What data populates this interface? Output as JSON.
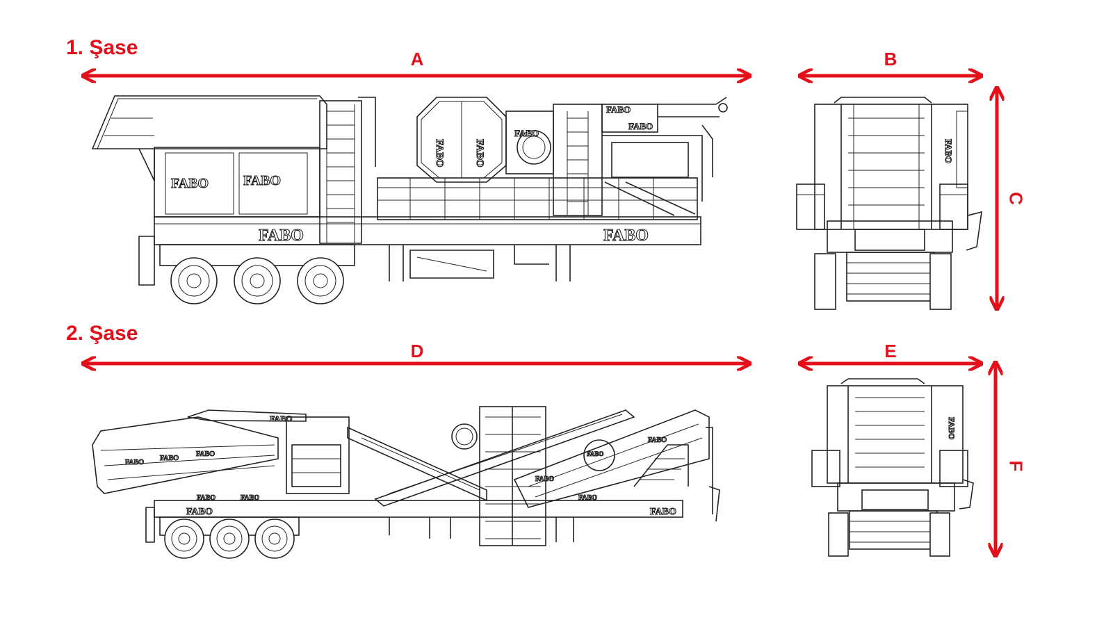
{
  "sections": [
    {
      "title": "1. Şase",
      "dims": {
        "length": "A",
        "width": "B",
        "height": "C"
      }
    },
    {
      "title": "2. Şase",
      "dims": {
        "length": "D",
        "width": "E",
        "height": "F"
      }
    }
  ],
  "brand": "FABO",
  "accent_color": "#e3101b"
}
